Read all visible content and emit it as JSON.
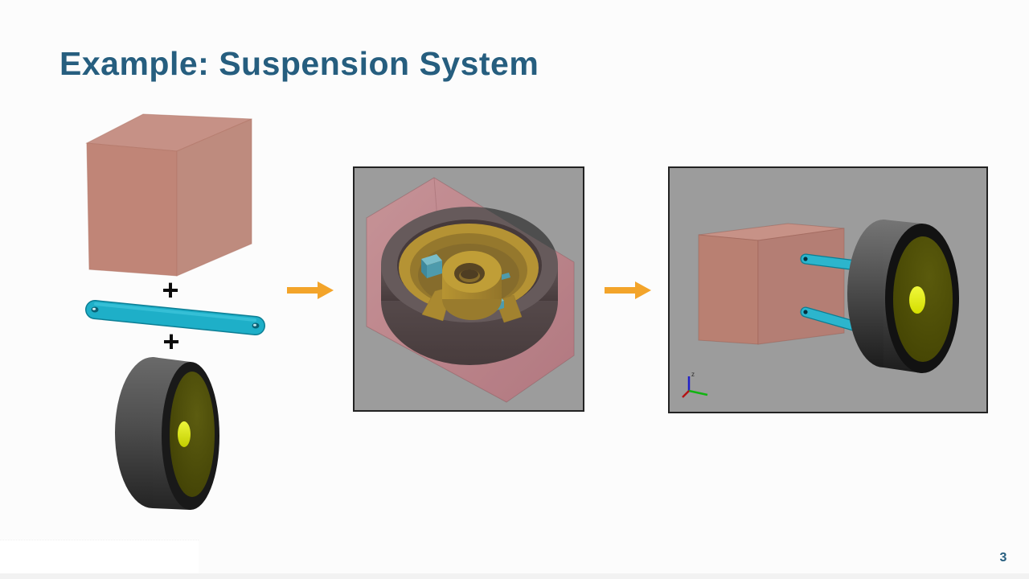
{
  "slide": {
    "title": "Example: Suspension System",
    "page_number": "3"
  },
  "composition": {
    "plus_top": "+",
    "plus_bottom": "+",
    "parts": [
      "chassis-box",
      "suspension-link",
      "wheel"
    ]
  },
  "right_panel": {
    "axis_z_label": "z"
  },
  "icons": {
    "arrow_right": "arrow-right-icon",
    "plus": "plus-icon",
    "axis_triad": "axis-triad-icon"
  },
  "colors": {
    "title": "#265E7F",
    "arrow": "#F3A42A",
    "panel_background": "#9C9C9C",
    "pink_box": "#C08878",
    "cyan_link": "#1EAFC8",
    "tire_dark": "#3F3F3F",
    "rim_yellow": "#B3961B",
    "hub_yellow": "#D9E603",
    "wheel_face_olive": "#4A4A08"
  }
}
